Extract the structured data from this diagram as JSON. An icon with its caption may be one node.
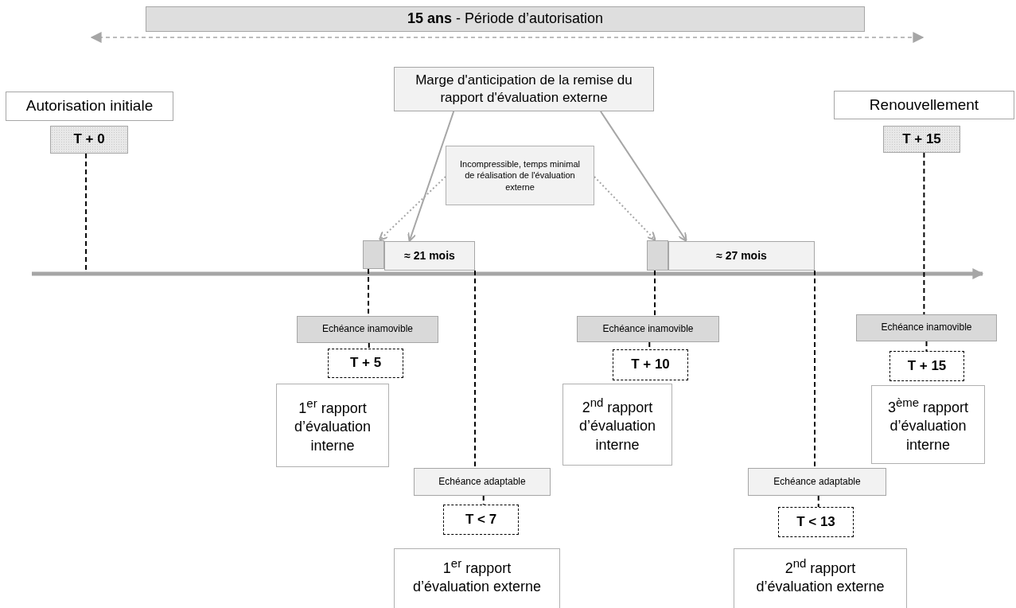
{
  "diagram": {
    "nodes": [
      {
        "text": [
          "**15 ans** - Période d’autorisation"
        ]
      },
      {
        "text": [
          "Autorisation initiale"
        ]
      },
      {
        "text": [
          "T + 0"
        ]
      },
      {
        "text": [
          "Marge d'anticipation de la remise du rapport d'évaluation externe"
        ]
      },
      {
        "text": [
          "Incompressible, temps minimal de réalisation de l'évaluation externe"
        ]
      },
      {
        "text": [
          "Renouvellement"
        ]
      },
      {
        "text": [
          "T + 15"
        ]
      },
      {
        "text": [],
        "shape": "box"
      },
      {
        "text": [
          "≈ 21 mois"
        ]
      },
      {
        "text": [],
        "shape": "box"
      },
      {
        "text": [
          "≈ 27 mois"
        ]
      },
      {
        "text": [
          "Echéance inamovible"
        ]
      },
      {
        "text": [
          "T + 5"
        ]
      },
      {
        "text": [
          "1$^{er}$ rapport d’évaluation interne"
        ]
      },
      {
        "text": [
          "Echéance inamovible"
        ]
      },
      {
        "text": [
          "T + 10"
        ]
      },
      {
        "text": [
          "2$^{nd}$ rapport d’évaluation interne"
        ]
      },
      {
        "text": [
          "Echéance inamovible"
        ]
      },
      {
        "text": [
          "T + 15"
        ]
      },
      {
        "text": [
          "3$^{ème}$ rapport d’évaluation interne"
        ]
      },
      {
        "text": [
          "Echéance adaptable"
        ]
      },
      {
        "text": [
          "T < 7"
        ]
      },
      {
        "text": [
          "1$^{er}$ rapport d’évaluation externe"
        ]
      },
      {
        "text": [
          "Echéance adaptable"
        ]
      },
      {
        "text": [
          "T < 13"
        ]
      },
      {
        "text": [
          "2$^{nd}$ rapport d’évaluation externe"
        ]
      }
    ],
    "edges": [
      {
        "from": 3,
        "to": 8,
        "arrow": "to",
        "color": "#a6a6a6"
      },
      {
        "from": 3,
        "to": 10,
        "arrow": "to",
        "color": "#a6a6a6"
      },
      {
        "from": 4,
        "to": 7,
        "arrow": "to",
        "style": "dashed",
        "color": "#a6a6a6"
      },
      {
        "from": 4,
        "to": 9,
        "arrow": "to",
        "style": "dashed",
        "color": "#a6a6a6"
      },
      {
        "from": 2,
        "to": null,
        "arrow": "none",
        "style": "dashed"
      },
      {
        "from": 7,
        "to": 11,
        "arrow": "none",
        "style": "dashed"
      },
      {
        "from": 11,
        "to": 12,
        "arrow": "none",
        "style": "dashed"
      },
      {
        "from": 8,
        "to": 20,
        "arrow": "none",
        "style": "dashed"
      },
      {
        "from": 20,
        "to": 21,
        "arrow": "none",
        "style": "dashed"
      },
      {
        "from": 9,
        "to": 14,
        "arrow": "none",
        "style": "dashed"
      },
      {
        "from": 14,
        "to": 15,
        "arrow": "none",
        "style": "dashed"
      },
      {
        "from": 10,
        "to": 23,
        "arrow": "none",
        "style": "dashed"
      },
      {
        "from": 23,
        "to": 24,
        "arrow": "none",
        "style": "dashed"
      },
      {
        "from": 6,
        "to": 17,
        "arrow": "none",
        "style": "dashed"
      },
      {
        "from": 17,
        "to": 18,
        "arrow": "none",
        "style": "dashed"
      }
    ]
  }
}
